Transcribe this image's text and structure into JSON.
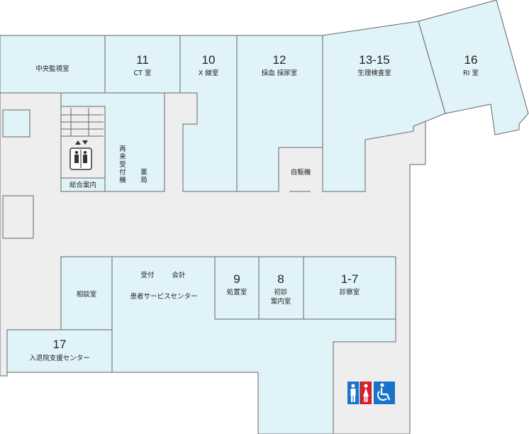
{
  "rooms": {
    "central_monitoring": {
      "name": "中央監視室"
    },
    "ct": {
      "number": "11",
      "name": "CT 室"
    },
    "xray": {
      "number": "10",
      "name": "X 線室"
    },
    "blood_urine": {
      "number": "12",
      "name": "採血 採尿室"
    },
    "physiology": {
      "number": "13-15",
      "name": "生理検査室"
    },
    "ri": {
      "number": "16",
      "name": "RI 室"
    },
    "vending": {
      "name": "自販機"
    },
    "info_counter": {
      "name": "総合案内"
    },
    "reception_pharmacy": {
      "col1": [
        "再",
        "来",
        "受",
        "付",
        "機"
      ],
      "col2": [
        "薬",
        "局"
      ]
    },
    "consultation": {
      "name": "相談室"
    },
    "patient_service": {
      "reception": "受付",
      "cashier": "会計",
      "name": "患者サービスセンター"
    },
    "treatment": {
      "number": "9",
      "name": "処置室"
    },
    "first_visit": {
      "number": "8",
      "name_line1": "初診",
      "name_line2": "案内室"
    },
    "exam": {
      "number": "1-7",
      "name": "診察室"
    },
    "admission": {
      "number": "17",
      "name": "入退院支援センター"
    }
  },
  "icons": {
    "elevator": "elevator-icon",
    "restroom": "restroom-icon",
    "accessible": "wheelchair-icon",
    "colors": {
      "restroom_bg": "#1a73c8",
      "male": "#1a73c8",
      "female": "#d6202a",
      "accessible_bg": "#1a73c8"
    }
  }
}
